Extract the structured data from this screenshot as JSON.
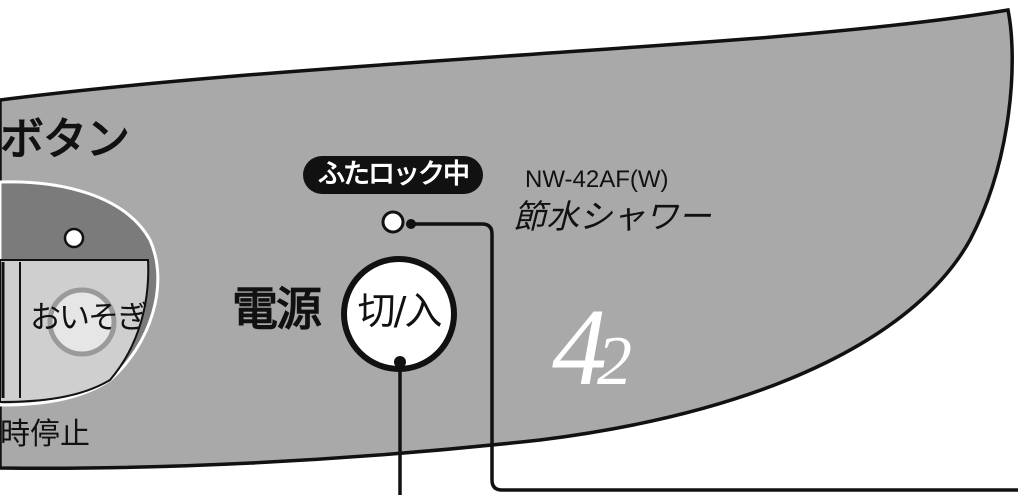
{
  "panel": {
    "button_section_title": "ボタン",
    "pause_label": "時停止",
    "hurry_button_label": "おいそぎ"
  },
  "power": {
    "label": "電源",
    "knob_label": "切/入"
  },
  "lid_lock": {
    "label": "ふたロック中"
  },
  "model": {
    "number": "NW-42AF(W)",
    "feature": "節水シャワー",
    "capacity_main": "4",
    "capacity_sub": "2"
  },
  "colors": {
    "panel_fill": "#a9a9a9",
    "inner_fill": "#7b7b7b",
    "button_face": "#cfcfcf",
    "outline": "#111111"
  }
}
